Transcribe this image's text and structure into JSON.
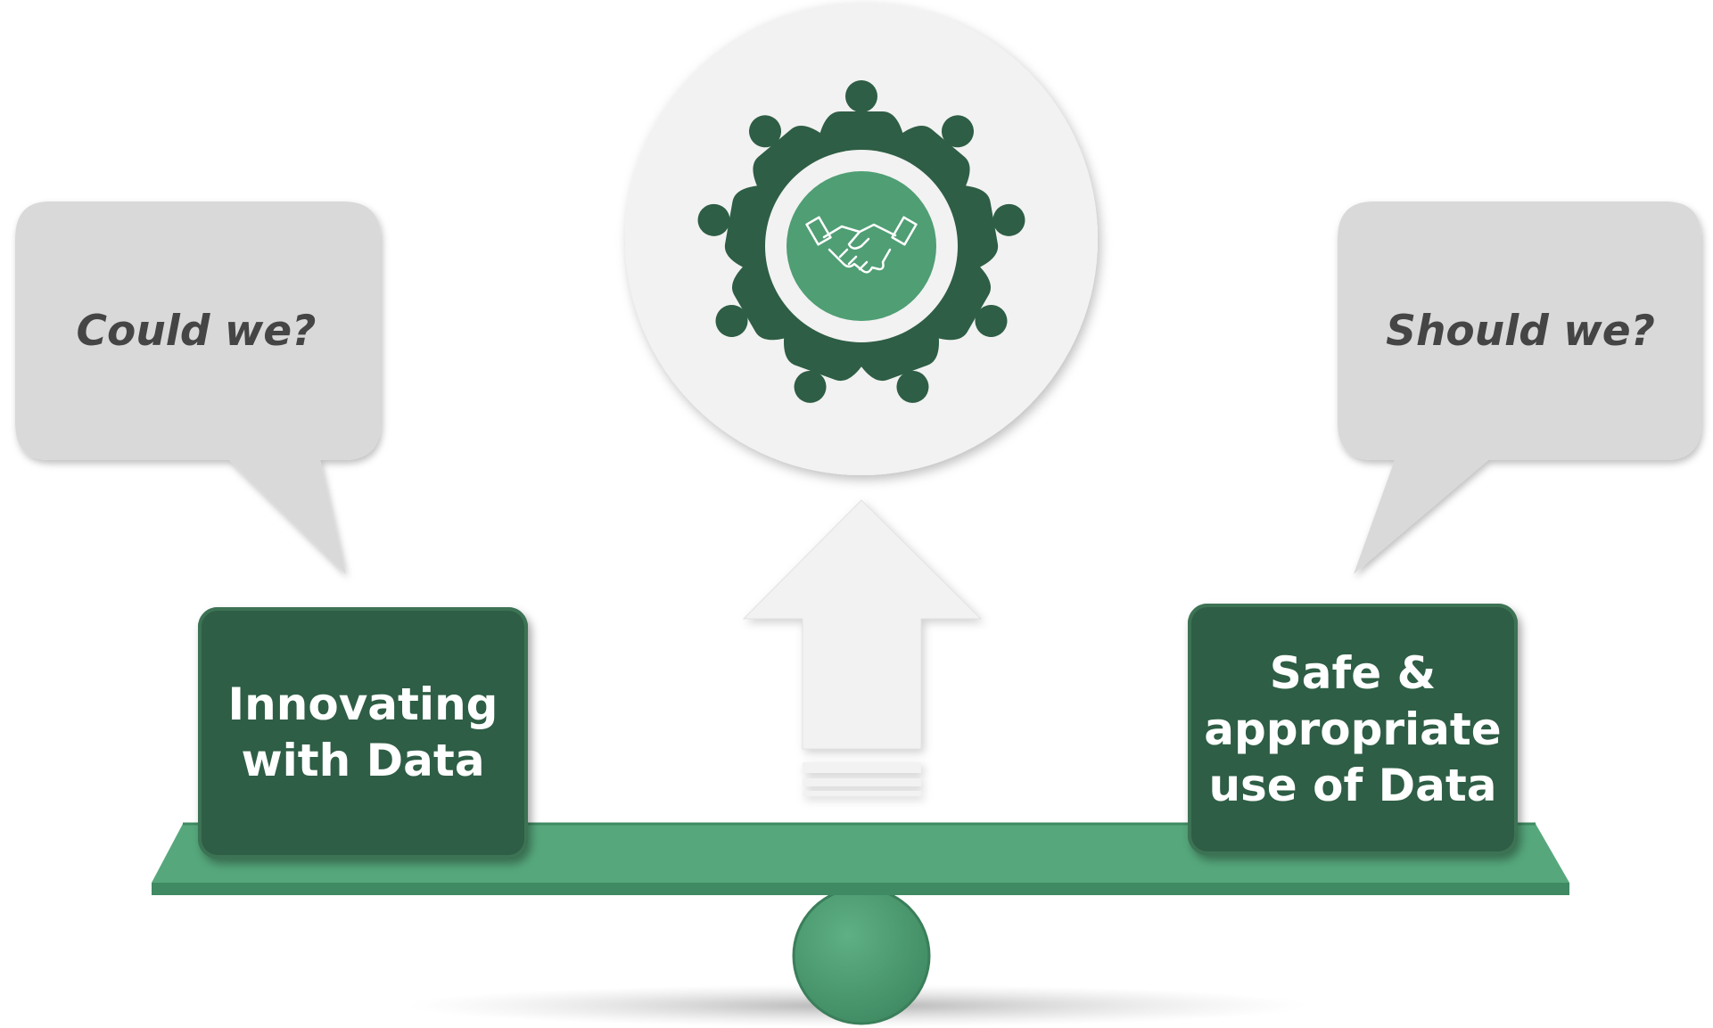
{
  "bubbles": {
    "left": {
      "text": "Could we?"
    },
    "right": {
      "text": "Should we?"
    }
  },
  "blocks": {
    "left": {
      "lines": [
        "Innovating",
        "with Data"
      ]
    },
    "right": {
      "lines": [
        "Safe &",
        "appropriate",
        "use of Data"
      ]
    }
  },
  "colors": {
    "dark_green": "#2e5e45",
    "mid_green": "#4f9e74",
    "bubble_gray": "#d9d9d9",
    "circle_bg": "#f2f2f2",
    "text_gray": "#454545"
  },
  "icons": {
    "center": "handshake-icon",
    "ring": "people-around-table-icon",
    "arrow": "up-arrow-icon"
  }
}
